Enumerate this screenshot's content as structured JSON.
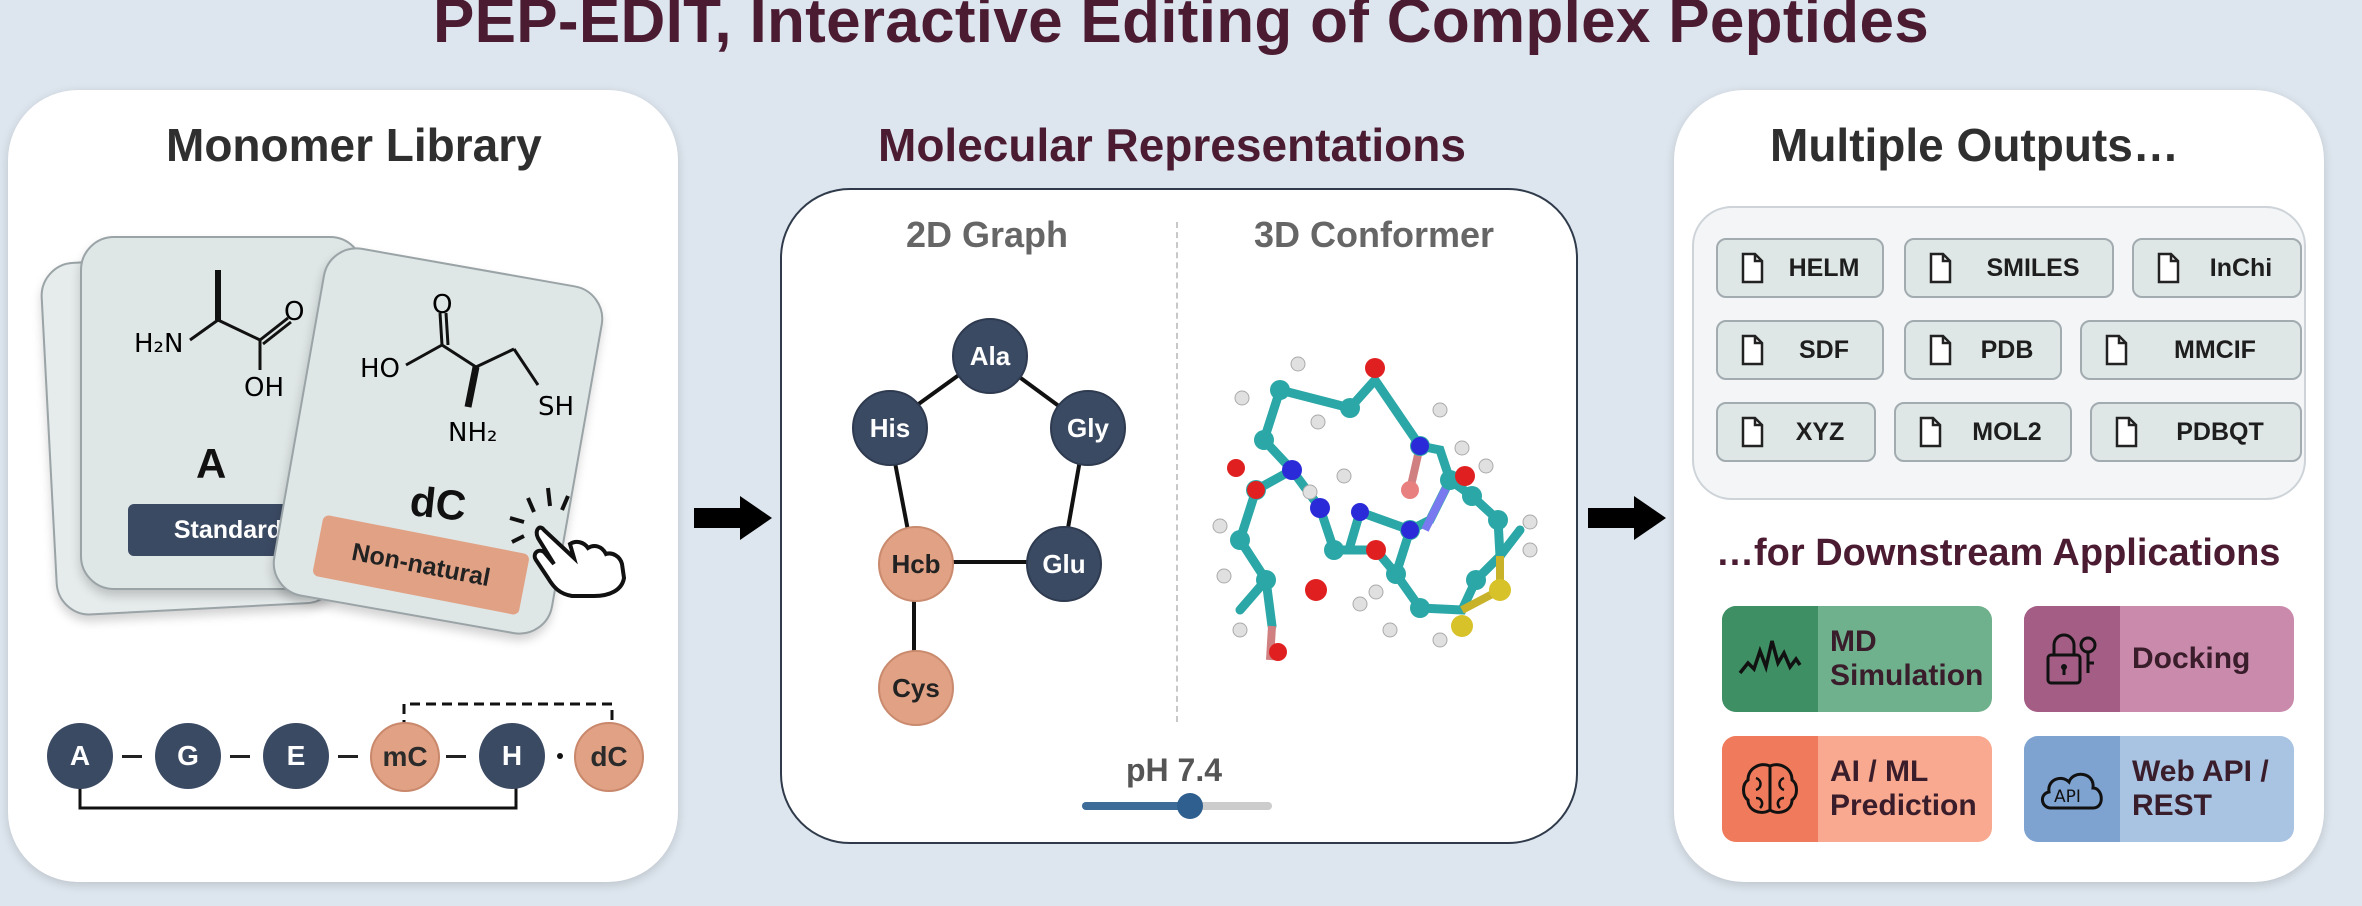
{
  "title": "PEP-EDIT, Interactive Editing of Complex Peptides",
  "library": {
    "title": "Monomer Library",
    "card_a": {
      "symbol": "A",
      "tag": "Standard",
      "h2n": "H₂N",
      "oh": "OH",
      "o": "O"
    },
    "card_dc": {
      "symbol": "dC",
      "tag": "Non-natural",
      "ho": "HO",
      "o": "O",
      "sh": "SH",
      "nh2": "NH₂"
    },
    "chain": [
      "A",
      "G",
      "E",
      "mC",
      "H",
      "dC"
    ]
  },
  "representations": {
    "title": "Molecular Representations",
    "graph_title": "2D Graph",
    "conformer_title": "3D Conformer",
    "nodes": {
      "ala": "Ala",
      "his": "His",
      "gly": "Gly",
      "hcb": "Hcb",
      "glu": "Glu",
      "cys": "Cys"
    },
    "ph_label": "pH 7.4",
    "ph_slider_fraction": 0.57
  },
  "outputs": {
    "title": "Multiple Outputs…",
    "formats": [
      "HELM",
      "SMILES",
      "InChi",
      "SDF",
      "PDB",
      "MMCIF",
      "XYZ",
      "MOL2",
      "PDBQT"
    ],
    "downstream_title": "…for Downstream Applications",
    "apps": [
      {
        "label_1": "MD",
        "label_2": "Simulation",
        "icon": "waveform-icon",
        "bg": "#6fb08d",
        "icon_bg": "#3f8f64"
      },
      {
        "label_1": "Docking",
        "label_2": "",
        "icon": "lock-key-icon",
        "bg": "#c98aac",
        "icon_bg": "#a45e86"
      },
      {
        "label_1": "AI / ML",
        "label_2": "Prediction",
        "icon": "brain-icon",
        "bg": "#f8a98f",
        "icon_bg": "#f07b5c"
      },
      {
        "label_1": "Web API /",
        "label_2": "REST",
        "icon": "api-cloud-icon",
        "bg": "#a9c3e2",
        "icon_bg": "#7fa3d1"
      }
    ]
  }
}
